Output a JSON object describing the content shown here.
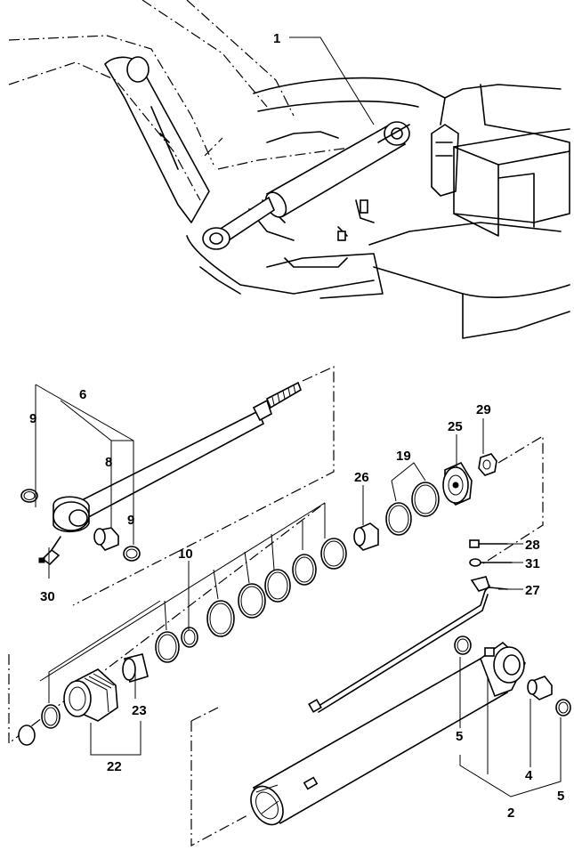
{
  "labels": {
    "l1": "1",
    "l2": "2",
    "l4": "4",
    "l5a": "5",
    "l5b": "5",
    "l6": "6",
    "l8": "8",
    "l9a": "9",
    "l9b": "9",
    "l10": "10",
    "l19": "19",
    "l22": "22",
    "l23": "23",
    "l25": "25",
    "l26": "26",
    "l27": "27",
    "l28": "28",
    "l29": "29",
    "l30": "30",
    "l31": "31"
  }
}
